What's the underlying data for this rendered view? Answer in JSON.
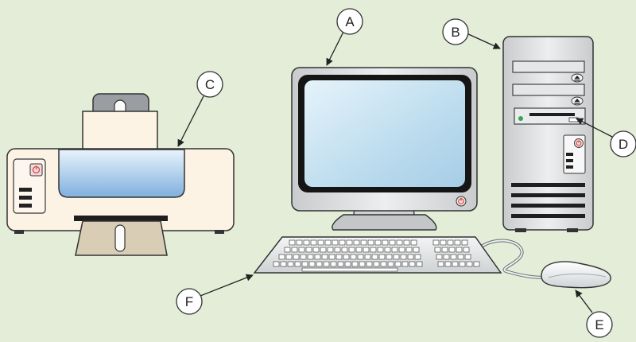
{
  "diagram": {
    "labels": {
      "a": "A",
      "b": "B",
      "c": "C",
      "d": "D",
      "e": "E",
      "f": "F"
    },
    "parts": {
      "a": "monitor",
      "b": "system-unit",
      "c": "printer-paper-tray",
      "d": "floppy-disk-drive",
      "e": "mouse",
      "f": "keyboard"
    },
    "colors": {
      "background": "#e3edd8",
      "outline": "#333333",
      "screen": "#bcdcee",
      "cream": "#fdf3e4",
      "tan": "#d9cdb6",
      "casing": "#dddfe1",
      "power_red": "#e26565"
    }
  }
}
